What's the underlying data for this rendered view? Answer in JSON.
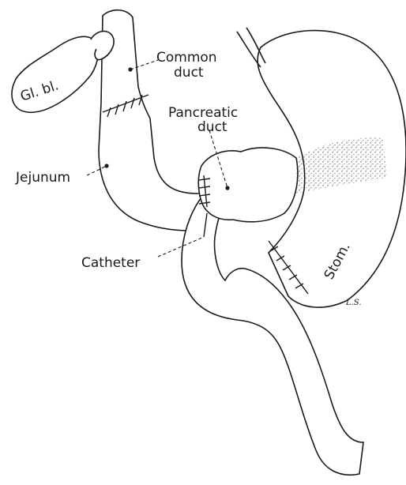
{
  "labels": {
    "gallbladder": "Gl. bl.",
    "common_duct_line1": "Common",
    "common_duct_line2": "duct",
    "pancreatic_duct_line1": "Pancreatic",
    "pancreatic_duct_line2": "duct",
    "jejunum": "Jejunum",
    "catheter": "Catheter",
    "stomach": "Stom.",
    "signature": "L.S."
  }
}
